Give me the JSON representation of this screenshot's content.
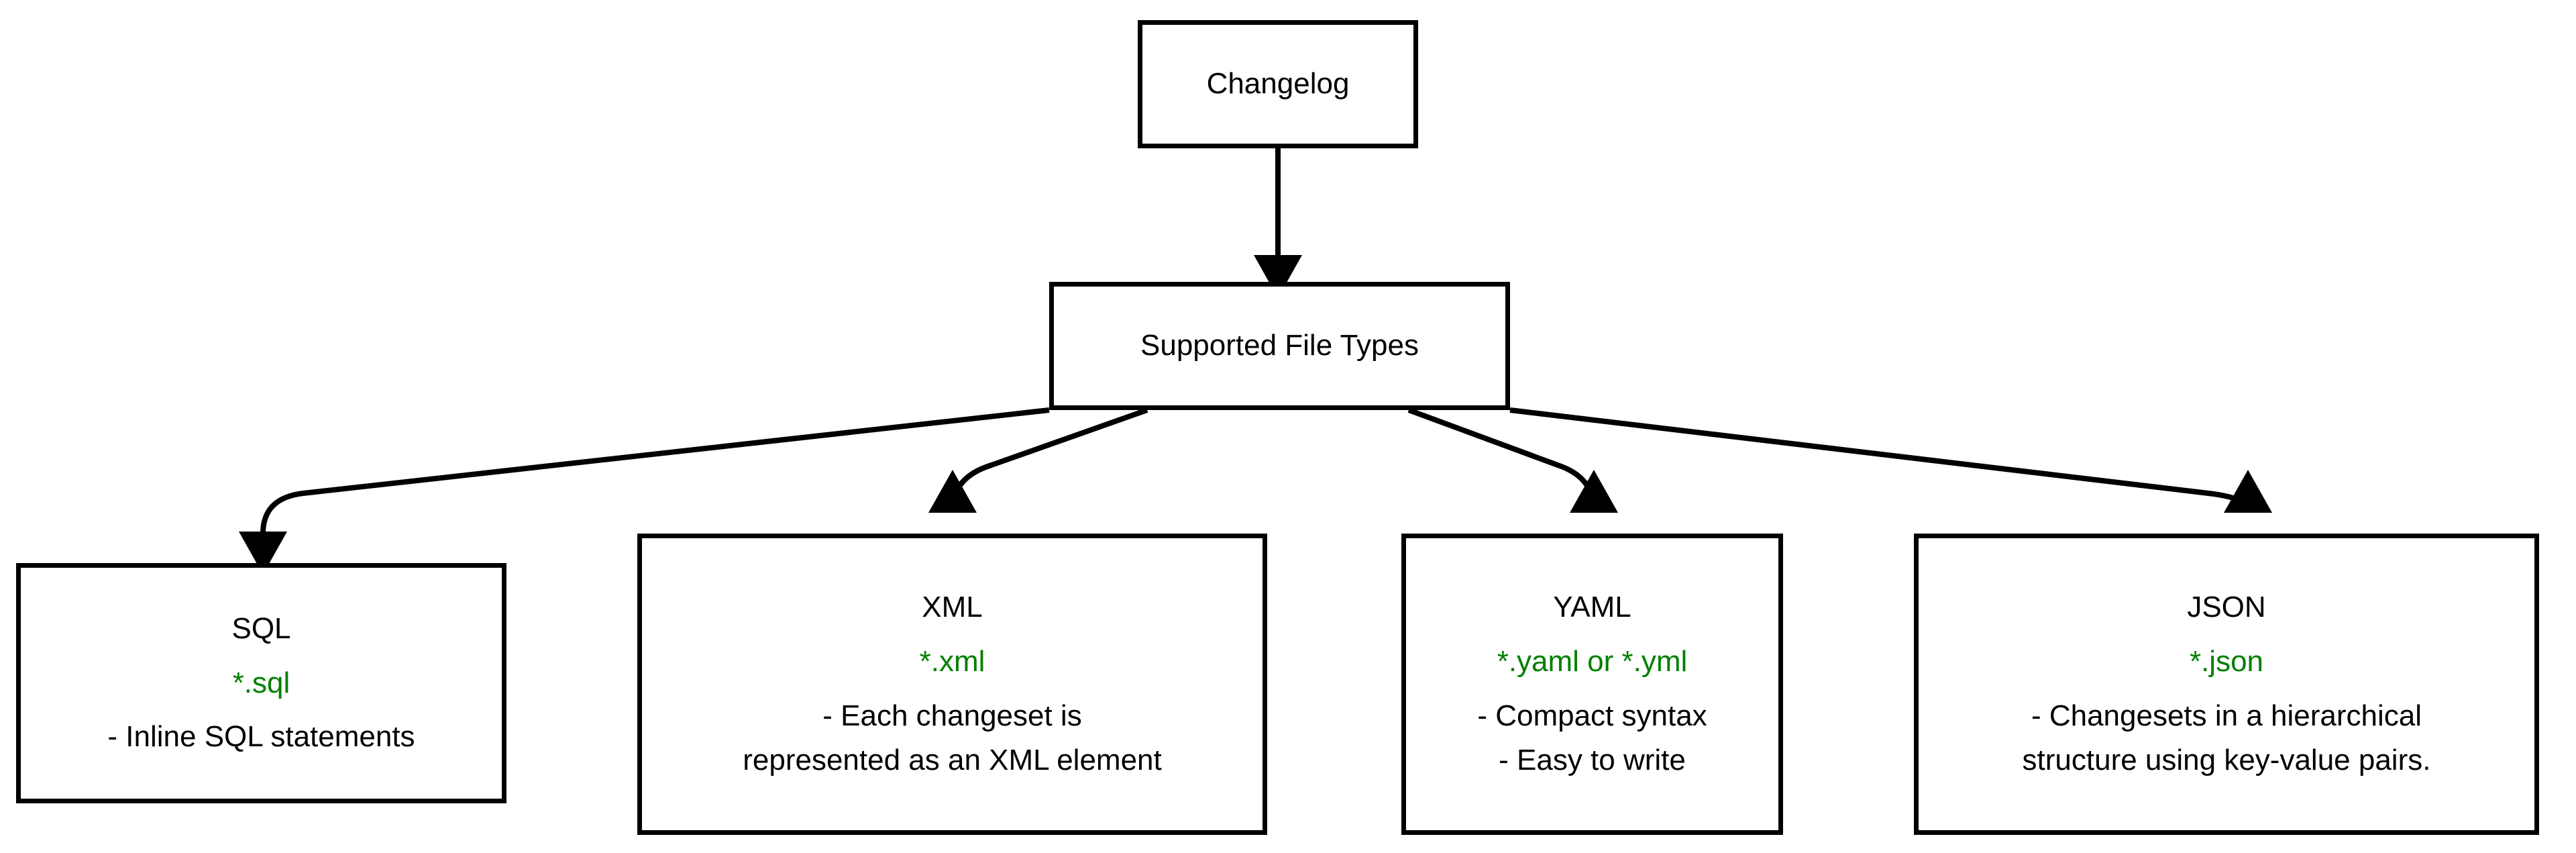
{
  "diagram": {
    "title": "Changelog supported file types",
    "type": "flowchart",
    "direction": "top-down",
    "background_color": "#ffffff",
    "node_border_color": "#000000",
    "node_fill_color": "#ffffff",
    "text_color": "#000000",
    "extension_text_color": "#008000",
    "edge_color": "#000000",
    "nodes": [
      {
        "id": "changelog",
        "label": "Changelog",
        "lines": [
          {
            "text": "Changelog",
            "style": "plain"
          }
        ]
      },
      {
        "id": "supported-file-types",
        "label": "Supported File Types",
        "lines": [
          {
            "text": "Supported File Types",
            "style": "plain"
          }
        ]
      },
      {
        "id": "sql",
        "label": "SQL",
        "extensions": "*.sql",
        "lines": [
          {
            "text": "SQL",
            "style": "plain"
          },
          {
            "text": "*.sql",
            "style": "extension"
          },
          {
            "text": "- Inline SQL statements",
            "style": "plain"
          }
        ]
      },
      {
        "id": "xml",
        "label": "XML",
        "extensions": "*.xml",
        "lines": [
          {
            "text": "XML",
            "style": "plain"
          },
          {
            "text": "*.xml",
            "style": "extension"
          },
          {
            "text": "- Each changeset is",
            "style": "plain"
          },
          {
            "text": "represented as an XML element",
            "style": "plain"
          }
        ]
      },
      {
        "id": "yaml",
        "label": "YAML",
        "extensions": "*.yaml or *.yml",
        "lines": [
          {
            "text": "YAML",
            "style": "plain"
          },
          {
            "text": "*.yaml or *.yml",
            "style": "extension"
          },
          {
            "text": "- Compact syntax",
            "style": "plain"
          },
          {
            "text": "- Easy to write",
            "style": "plain"
          }
        ]
      },
      {
        "id": "json",
        "label": "JSON",
        "extensions": "*.json",
        "lines": [
          {
            "text": "JSON",
            "style": "plain"
          },
          {
            "text": "*.json",
            "style": "extension"
          },
          {
            "text": "- Changesets in a hierarchical",
            "style": "plain"
          },
          {
            "text": "structure using key-value pairs.",
            "style": "plain"
          }
        ]
      }
    ],
    "edges": [
      {
        "from": "changelog",
        "to": "supported-file-types",
        "arrow": "filled-triangle"
      },
      {
        "from": "supported-file-types",
        "to": "sql",
        "arrow": "filled-triangle"
      },
      {
        "from": "supported-file-types",
        "to": "xml",
        "arrow": "filled-triangle"
      },
      {
        "from": "supported-file-types",
        "to": "yaml",
        "arrow": "filled-triangle"
      },
      {
        "from": "supported-file-types",
        "to": "json",
        "arrow": "filled-triangle"
      }
    ]
  },
  "nodes": {
    "changelog": {
      "line0": "Changelog"
    },
    "supported_file_types": {
      "line0": "Supported File Types"
    },
    "sql": {
      "title": "SQL",
      "ext": "*.sql",
      "desc0": "- Inline SQL statements"
    },
    "xml": {
      "title": "XML",
      "ext": "*.xml",
      "desc0": "- Each changeset is",
      "desc1": "represented as an XML element"
    },
    "yaml": {
      "title": "YAML",
      "ext": "*.yaml or *.yml",
      "desc0": "- Compact syntax",
      "desc1": "- Easy to write"
    },
    "json": {
      "title": "JSON",
      "ext": "*.json",
      "desc0": "- Changesets in a hierarchical",
      "desc1": "structure using key-value pairs."
    }
  }
}
